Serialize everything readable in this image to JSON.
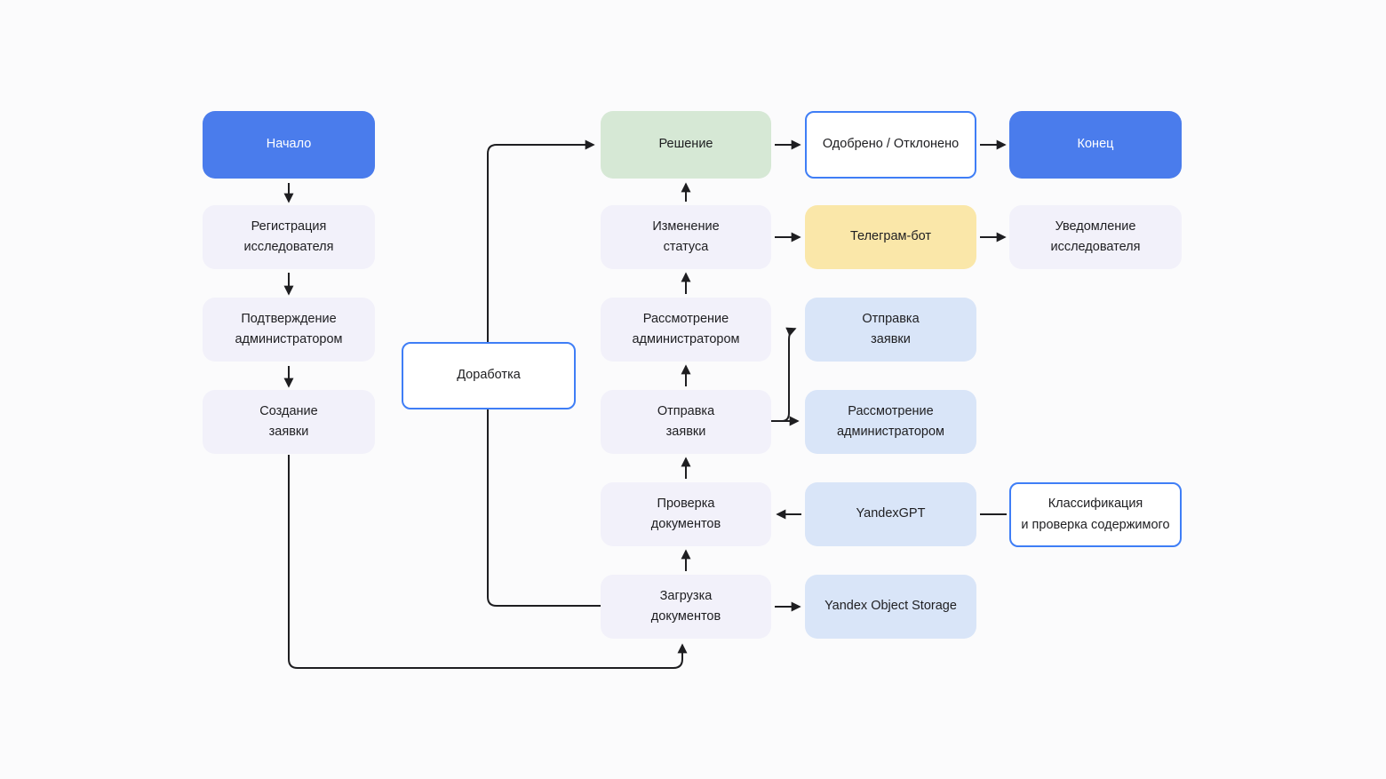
{
  "diagram": {
    "title": "Process flowchart",
    "colors": {
      "background": "#fbfbfc",
      "card": "#ffffff",
      "primary_blue": "#4a7cec",
      "success_green": "#d6e8d5",
      "warning_yellow": "#fae7a9",
      "info_blue": "#d9e5f8",
      "plain_lavender": "#f2f1fa",
      "outline_blue": "#3f7ef6",
      "line": "#1e1e21",
      "text_dark": "#1e1e21",
      "text_light": "#ffffff"
    },
    "nodes": [
      {
        "id": "start",
        "kind": "primary",
        "label": "Начало"
      },
      {
        "id": "researcher-registration",
        "kind": "plain",
        "label": "Регистрация\nисследователя"
      },
      {
        "id": "admin-confirmation",
        "kind": "plain",
        "label": "Подтверждение\nадминистратором"
      },
      {
        "id": "request-creation",
        "kind": "plain",
        "label": "Создание\nзаявки"
      },
      {
        "id": "rework",
        "kind": "outlined",
        "label": "Доработка"
      },
      {
        "id": "decision",
        "kind": "success",
        "label": "Решение"
      },
      {
        "id": "status-change",
        "kind": "plain",
        "label": "Изменение\nстатуса"
      },
      {
        "id": "admin-review-main",
        "kind": "plain",
        "label": "Рассмотрение\nадминистратором"
      },
      {
        "id": "request-send-main",
        "kind": "plain",
        "label": "Отправка\nзаявки"
      },
      {
        "id": "document-check",
        "kind": "plain",
        "label": "Проверка\nдокументов"
      },
      {
        "id": "document-upload",
        "kind": "plain",
        "label": "Загрузка\nдокументов"
      },
      {
        "id": "approved-rejected",
        "kind": "outlined",
        "label": "Одобрено / Отклонено"
      },
      {
        "id": "telegram-bot",
        "kind": "warning",
        "label": "Телеграм-бот"
      },
      {
        "id": "request-send-side",
        "kind": "info",
        "label": "Отправка\nзаявки"
      },
      {
        "id": "admin-review-side",
        "kind": "info",
        "label": "Рассмотрение\nадминистратором"
      },
      {
        "id": "yandex-gpt",
        "kind": "info",
        "label": "YandexGPT"
      },
      {
        "id": "yandex-object-storage",
        "kind": "info",
        "label": "Yandex Object Storage"
      },
      {
        "id": "end",
        "kind": "primary",
        "label": "Конец"
      },
      {
        "id": "researcher-notification",
        "kind": "plain",
        "label": "Уведомление\nисследователя"
      },
      {
        "id": "classification",
        "kind": "outlined",
        "label": "Классификация\nи проверка содержимого"
      }
    ]
  }
}
